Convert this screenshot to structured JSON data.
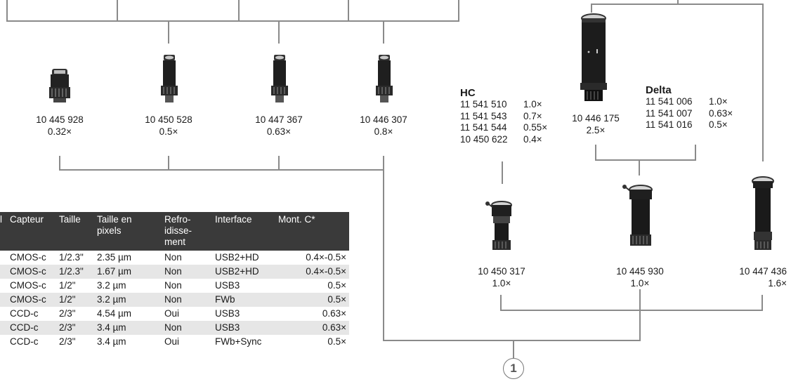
{
  "adapters_top": [
    {
      "part": "10 445 928",
      "mag": "0.32×"
    },
    {
      "part": "10 450 528",
      "mag": "0.5×"
    },
    {
      "part": "10 447 367",
      "mag": "0.63×"
    },
    {
      "part": "10 446 307",
      "mag": "0.8×"
    }
  ],
  "hc_group": {
    "title": "HC",
    "rows": [
      {
        "part": "11 541 510",
        "mag": "1.0×"
      },
      {
        "part": "11 541 543",
        "mag": "0.7×"
      },
      {
        "part": "11 541 544",
        "mag": "0.55×"
      },
      {
        "part": "10 450 622",
        "mag": "0.4×"
      }
    ]
  },
  "zoom_adapter": {
    "part": "10 446 175",
    "mag": "2.5×"
  },
  "delta_group": {
    "title": "Delta",
    "rows": [
      {
        "part": "11 541 006",
        "mag": "1.0×"
      },
      {
        "part": "11 541 007",
        "mag": "0.63×"
      },
      {
        "part": "11 541 016",
        "mag": "0.5×"
      }
    ]
  },
  "adapters_bottom": [
    {
      "part": "10 450 317",
      "mag": "1.0×"
    },
    {
      "part": "10 445 930",
      "mag": "1.0×"
    },
    {
      "part": "10 447 436",
      "mag": "1.6×"
    }
  ],
  "connector_label": "1",
  "table": {
    "headers": [
      "l",
      "Capteur",
      "Taille",
      "Taille en pixels",
      "Refro-idisse-ment",
      "Interface",
      "Mont. C*"
    ],
    "header_lines": [
      [
        "l"
      ],
      [
        "Capteur"
      ],
      [
        "Taille"
      ],
      [
        "Taille en",
        "pixels"
      ],
      [
        "Refro-",
        "idisse-",
        "ment"
      ],
      [
        "Interface"
      ],
      [
        "Mont. C*"
      ]
    ],
    "rows": [
      [
        "CMOS-c",
        "1/2.3\"",
        "2.35 µm",
        "Non",
        "USB2+HD",
        "0.4×-0.5×"
      ],
      [
        "CMOS-c",
        "1/2.3\"",
        "1.67 µm",
        "Non",
        "USB2+HD",
        "0.4×-0.5×"
      ],
      [
        "CMOS-c",
        "1/2\"",
        "3.2 µm",
        "Non",
        "USB3",
        "0.5×"
      ],
      [
        "CMOS-c",
        "1/2\"",
        "3.2 µm",
        "Non",
        "FWb",
        "0.5×"
      ],
      [
        "CCD-c",
        "2/3\"",
        "4.54 µm",
        "Oui",
        "USB3",
        "0.63×"
      ],
      [
        "CCD-c",
        "2/3\"",
        "3.4 µm",
        "Non",
        "USB3",
        "0.63×"
      ],
      [
        "CCD-c",
        "2/3\"",
        "3.4 µm",
        "Oui",
        "FWb+Sync",
        "0.5×"
      ]
    ]
  }
}
